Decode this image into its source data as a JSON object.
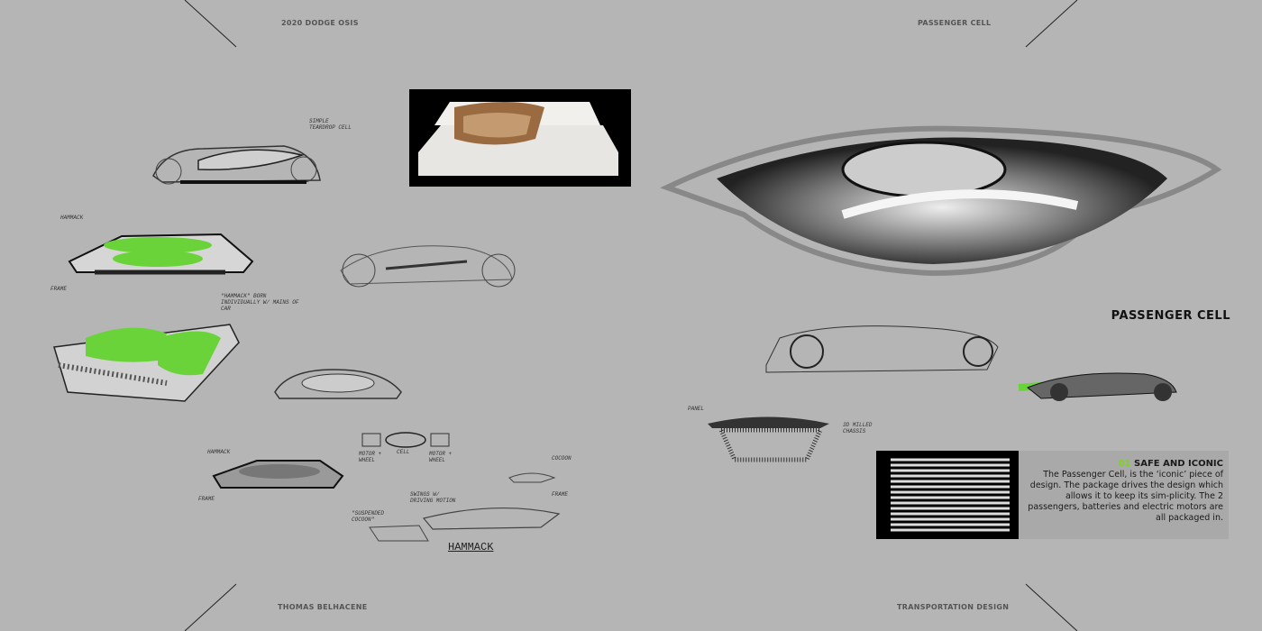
{
  "running_heads": {
    "top_left": "2020 DODGE OSIS",
    "top_right": "PASSENGER CELL",
    "bottom_left": "THOMAS BELHACENE",
    "bottom_right": "TRANSPORTATION DESIGN"
  },
  "section_title": "PASSENGER CELL",
  "info_box": {
    "number": "01",
    "heading": "SAFE AND ICONIC",
    "body": "The Passenger Cell, is the ‘iconic’ piece of design. The package drives the design which allows it to keep its sim-plicity. The 2 passengers, batteries and electric motors are all packaged in."
  },
  "sketch_notes": {
    "teardrop": "Simple teardrop cell",
    "hammack_1": "Hammack",
    "frame_1": "Frame",
    "hammack_born": "\"Hammack\" born individually w/ mains of car",
    "hammack_2": "Hammack",
    "frame_2": "Frame",
    "motor_left": "Motor + wheel",
    "cell": "Cell",
    "motor_right": "Motor + wheel",
    "cocoon": "Cocoon",
    "frame_3": "Frame",
    "swings": "Swings w/ driving motion",
    "suspended": "\"Suspended cocoon\"",
    "hammack_title": "HAMMACK",
    "panel": "Panel",
    "chassis": "3D milled chassis"
  },
  "colors": {
    "background": "#b5b5b5",
    "accent_green": "#7ed321",
    "panel": "#a9a9a9"
  }
}
